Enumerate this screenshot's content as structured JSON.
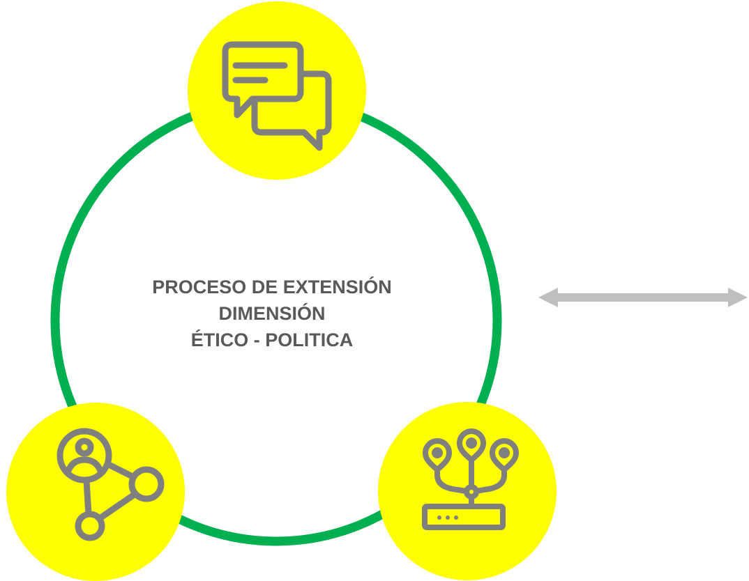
{
  "diagram": {
    "center_lines": [
      "PROCESO DE EXTENSIÓN",
      "DIMENSIÓN",
      "ÉTICO - POLITICA"
    ],
    "nodes": [
      {
        "id": "top",
        "icon": "chat-bubbles-icon"
      },
      {
        "id": "bottom-left",
        "icon": "user-network-icon"
      },
      {
        "id": "bottom-right",
        "icon": "location-pins-server-icon"
      }
    ],
    "connector": {
      "icon": "double-arrow-icon"
    }
  },
  "colors": {
    "ring": "#00b050",
    "node_fill": "#ffff00",
    "icon_stroke": "#7f7f7f",
    "text": "#595959",
    "arrow": "#bfbfbf"
  }
}
